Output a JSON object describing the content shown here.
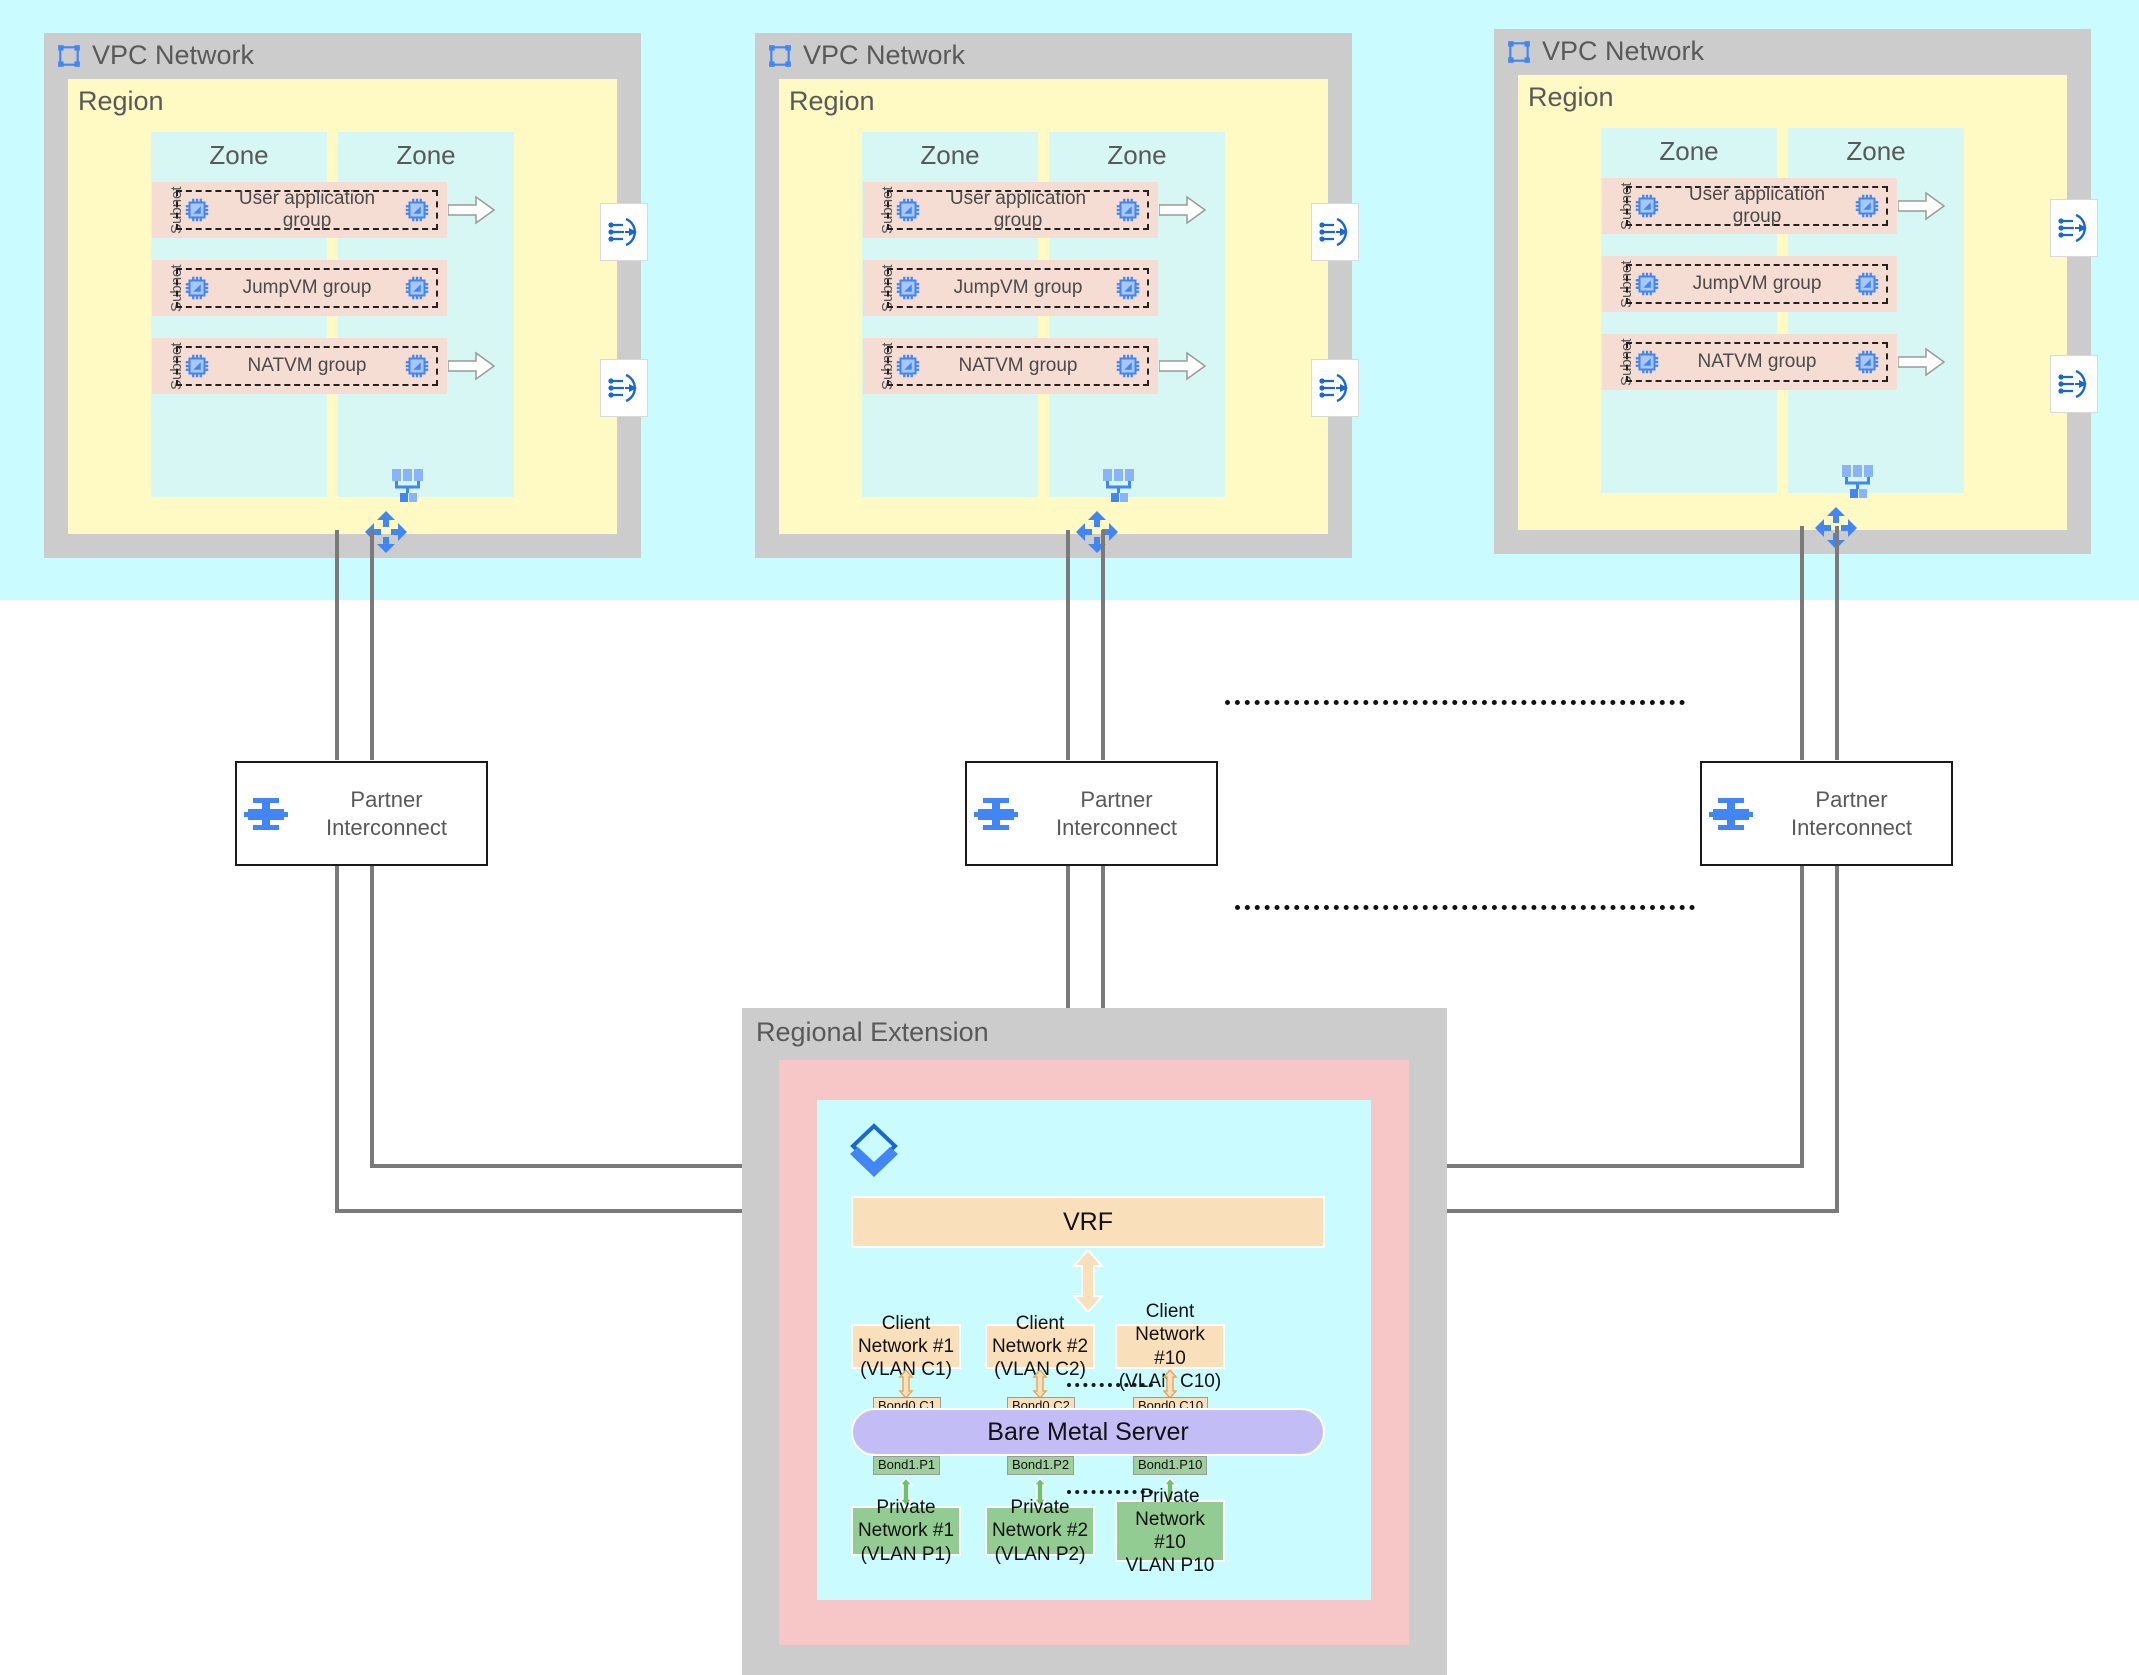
{
  "vpcs": [
    {
      "title": "VPC Network",
      "region_label": "Region",
      "zones": [
        "Zone",
        "Zone"
      ],
      "subnets": [
        {
          "label": "Subnet",
          "group": "User application group",
          "has_gateway": true
        },
        {
          "label": "Subnet",
          "group": "JumpVM group",
          "has_gateway": false
        },
        {
          "label": "Subnet",
          "group": "NATVM group",
          "has_gateway": true
        }
      ]
    },
    {
      "title": "VPC Network",
      "region_label": "Region",
      "zones": [
        "Zone",
        "Zone"
      ],
      "subnets": [
        {
          "label": "Subnet",
          "group": "User application group",
          "has_gateway": true
        },
        {
          "label": "Subnet",
          "group": "JumpVM group",
          "has_gateway": false
        },
        {
          "label": "Subnet",
          "group": "NATVM group",
          "has_gateway": true
        }
      ]
    },
    {
      "title": "VPC Network",
      "region_label": "Region",
      "zones": [
        "Zone",
        "Zone"
      ],
      "subnets": [
        {
          "label": "Subnet",
          "group": "User application group",
          "has_gateway": true
        },
        {
          "label": "Subnet",
          "group": "JumpVM group",
          "has_gateway": false
        },
        {
          "label": "Subnet",
          "group": "NATVM group",
          "has_gateway": true
        }
      ]
    }
  ],
  "partner_interconnects": [
    {
      "line1": "Partner",
      "line2": "Interconnect"
    },
    {
      "line1": "Partner",
      "line2": "Interconnect"
    },
    {
      "line1": "Partner",
      "line2": "Interconnect"
    }
  ],
  "regional_extension": {
    "title": "Regional Extension",
    "vrf_label": "VRF",
    "bare_metal_label": "Bare Metal Server",
    "client_networks": [
      {
        "line1": "Client Network #1",
        "line2": "(VLAN C1)",
        "bond": "Bond0.C1"
      },
      {
        "line1": "Client Network #2",
        "line2": "(VLAN C2)",
        "bond": "Bond0.C2"
      },
      {
        "line1": "Client Network #10",
        "line2": "(VLAN C10)",
        "bond": "Bond0.C10"
      }
    ],
    "private_networks": [
      {
        "line1": "Private Network #1",
        "line2": "(VLAN P1)",
        "bond": "Bond1.P1"
      },
      {
        "line1": "Private Network #2",
        "line2": "(VLAN P2)",
        "bond": "Bond1.P2"
      },
      {
        "line1": "Private Network",
        "line2": "#10",
        "line3": "VLAN P10",
        "bond": "Bond1.P10"
      }
    ]
  },
  "colors": {
    "vpc_grey": "#CCCCCC",
    "region_yellow": "#FFF9C4",
    "zone_cyan": "#D7F7F5",
    "subnet_pink": "#F5DDD3",
    "band_cyan": "#C9FBFF",
    "rex_pink": "#F7C7C7",
    "vrf_orange": "#FADFBB",
    "private_green": "#93CC93",
    "bms_purple": "#C2BDF5",
    "wire_grey": "#7A7A7A",
    "icon_blue": "#4285F4"
  },
  "icon_names": {
    "vpc": "vpc-network-icon",
    "chip": "cpu-chip-icon",
    "gateway": "load-balancer-icon",
    "tree": "network-topology-icon",
    "router": "cloud-router-icon",
    "interconnect": "partner-interconnect-icon",
    "layers": "layers-icon"
  }
}
